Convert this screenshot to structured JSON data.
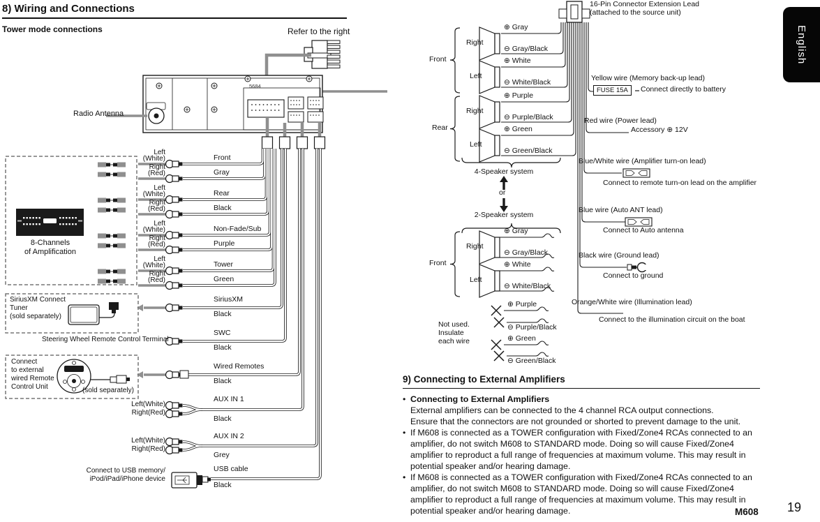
{
  "header": {
    "section_title": "8) Wiring and Connections",
    "subtitle": "Tower mode connections",
    "refer_note": "Refer to the right"
  },
  "sidebar_tab": {
    "label": "English"
  },
  "footer": {
    "model": "M608",
    "page": "19"
  },
  "colors": {
    "wire_gray": "#8f8f8f",
    "line_black": "#1a1a1a",
    "tab_bg": "#060606"
  },
  "left": {
    "radio_antenna": "Radio Antenna",
    "unit_code": "5684",
    "amp_box": {
      "line1": "8-Channels",
      "line2": "of Amplification"
    },
    "plug_labels": {
      "left": "Left",
      "left_color": "(White)",
      "right": "Right",
      "right_color": "(Red)",
      "left_inline": "Left(White)",
      "right_inline": "Right(Red)"
    },
    "rca_groups": [
      {
        "name": "Front",
        "color": "Gray"
      },
      {
        "name": "Rear",
        "color": "Black"
      },
      {
        "name": "Non-Fade/Sub",
        "color": "Purple"
      },
      {
        "name": "Tower",
        "color": "Green"
      }
    ],
    "cables": [
      {
        "name": "SiriusXM",
        "color": "Black"
      },
      {
        "name": "SWC",
        "color": "Black"
      },
      {
        "name": "Wired Remotes",
        "color": "Black"
      },
      {
        "name": "AUX IN 1",
        "color": "Black"
      },
      {
        "name": "AUX IN 2",
        "color": "Grey"
      },
      {
        "name": "USB cable",
        "color": "Black"
      }
    ],
    "siriusxm_box": {
      "line1": "SiriusXM Connect",
      "line2": "Tuner",
      "line3": "(sold separately)"
    },
    "swc_label": "Steering Wheel Remote Control Terminal",
    "remote_box": {
      "line1": "Connect",
      "line2": "to external",
      "line3": "wired Remote",
      "line4": "Control Unit",
      "sold": "(sold separately)"
    },
    "usb_note": {
      "line1": "Connect to USB memory/",
      "line2": "iPod/iPad/iPhone device"
    }
  },
  "right": {
    "connector_label": {
      "line1": "16-Pin Connector Extension Lead",
      "line2": "(attached to the source unit)"
    },
    "labels": {
      "front": "Front",
      "rear": "Rear",
      "right": "Right",
      "left": "Left"
    },
    "wires": {
      "gray_p": "⊕ Gray",
      "gray_m": "⊖ Gray/Black",
      "white_p": "⊕ White",
      "white_m": "⊖ White/Black",
      "purple_p": "⊕ Purple",
      "purple_m": "⊖ Purple/Black",
      "green_p": "⊕ Green",
      "green_m": "⊖ Green/Black"
    },
    "four_speaker": "4-Speaker system",
    "or_label": "or",
    "two_speaker": "2-Speaker system",
    "not_used": {
      "line1": "Not used.",
      "line2": "Insulate",
      "line3": "each wire"
    },
    "callouts": [
      {
        "title": "Yellow wire (Memory back-up lead)",
        "fuse": "FUSE 15A",
        "caption": "Connect directly to battery"
      },
      {
        "title": "Red wire (Power lead)",
        "caption": "Accessory ⊕ 12V"
      },
      {
        "title": "Blue/White wire (Amplifier turn-on lead)",
        "caption": "Connect to remote turn-on lead on the amplifier"
      },
      {
        "title": "Blue wire (Auto ANT lead)",
        "caption": "Connect to Auto antenna"
      },
      {
        "title": "Black wire (Ground lead)",
        "caption": "Connect to ground"
      },
      {
        "title": "Orange/White wire (Illumination lead)",
        "caption": "Connect to the illumination circuit on the boat"
      }
    ]
  },
  "section9": {
    "title": "9) Connecting to External Amplifiers",
    "bullet1_bold": "Connecting to External Amplifiers",
    "bullet1_line1": "External amplifiers can be connected to the 4 channel RCA output connections.",
    "bullet1_line2": "Ensure that the connectors are not grounded or shorted to prevent damage to the unit.",
    "bullet2": "If M608 is connected as a TOWER configuration with Fixed/Zone4 RCAs connected to an amplifier, do not switch M608 to STANDARD mode. Doing so will cause Fixed/Zone4 amplifier to reproduct a full range of frequencies at maximum volume. This may result in potential speaker and/or hearing damage.",
    "bullet3": "If M608 is connected as a TOWER configuration with Fixed/Zone4 RCAs connected to an amplifier, do not switch M608 to STANDARD mode. Doing so will cause Fixed/Zone4 amplifier to reproduct a full range of frequencies at maximum volume. This may result in potential speaker and/or hearing damage."
  }
}
